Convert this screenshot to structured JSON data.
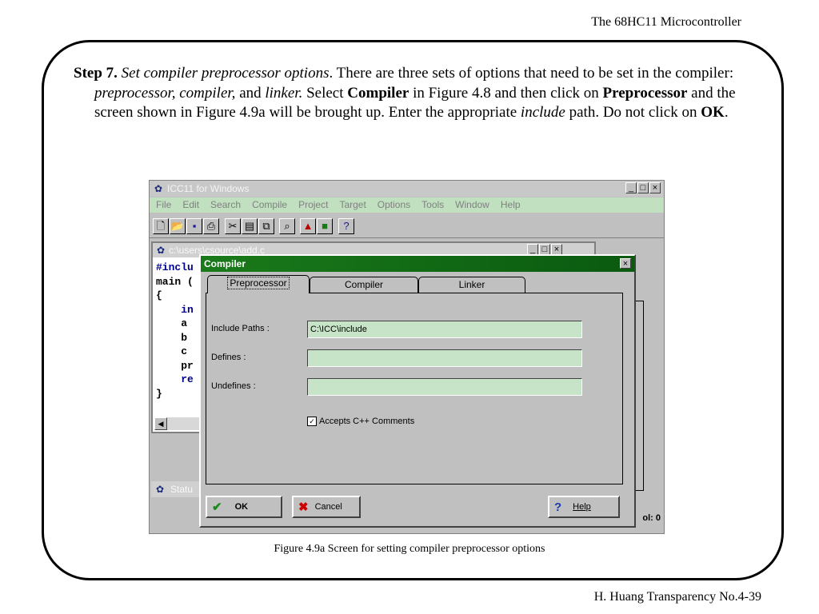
{
  "slide": {
    "header": "The 68HC11 Microcontroller",
    "footer": "H. Huang Transparency No.4-39",
    "step_label": "Step 7.",
    "step_title": "Set compiler preprocessor options",
    "text1": ". There are three sets of options that need to be set in the compiler: ",
    "em_options": "preprocessor, compiler,",
    "text_and": " and ",
    "em_linker": "linker.",
    "text_select": " Select ",
    "bold_compiler": "Compiler",
    "text2": " in Figure 4.8 and then click on ",
    "bold_preprocessor": "Preprocessor",
    "text3": " and the screen shown in Figure 4.9a will be brought up. Enter the appropriate ",
    "em_include": "include",
    "text4": " path. Do not click on ",
    "bold_ok": "OK",
    "text5": ".",
    "caption": "Figure 4.9a Screen for setting compiler preprocessor options"
  },
  "app": {
    "title": "ICC11 for Windows",
    "menu": [
      "File",
      "Edit",
      "Search",
      "Compile",
      "Project",
      "Target",
      "Options",
      "Tools",
      "Window",
      "Help"
    ],
    "minimize": "_",
    "maximize": "□",
    "close": "×"
  },
  "editor": {
    "title": "c:\\users\\csource\\add.c",
    "lines": [
      "#inclu",
      "main (",
      "{",
      "    in",
      "    a",
      "    b",
      "    c",
      "    pr",
      "    re",
      "}"
    ]
  },
  "status_window": {
    "title": "Statu",
    "col_text": "ol: 0"
  },
  "dialog": {
    "title": "Compiler",
    "close": "×",
    "tabs": [
      "Preprocessor",
      "Compiler",
      "Linker"
    ],
    "include_label": "Include Paths :",
    "include_value": "C:\\ICC\\include",
    "defines_label": "Defines :",
    "defines_value": "",
    "undefines_label": "Undefines :",
    "undefines_value": "",
    "checkbox_label": "Accepts C++ Comments",
    "checkbox_checked": true,
    "ok": "OK",
    "cancel": "Cancel",
    "help": "Help"
  }
}
